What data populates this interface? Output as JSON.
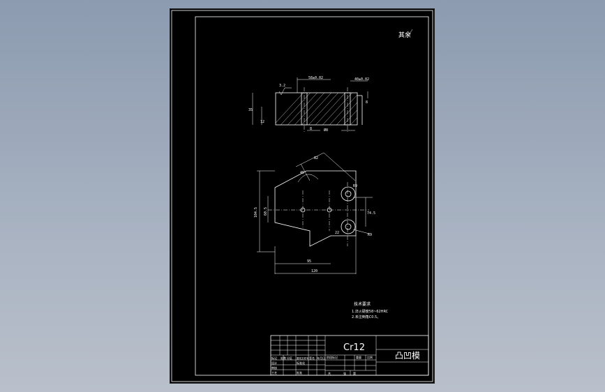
{
  "drawing": {
    "roughness_note": "其余",
    "material": "Cr12",
    "part_name": "凸凹模",
    "tech_req": {
      "title": "技术要求",
      "line1": "1.淬火硬度58~62HRC",
      "line2": "2.未注倒角C0.5。"
    },
    "dims": {
      "top_w1": "58±0.02",
      "top_w2": "40±0.02",
      "top_h": "35",
      "top_r": "12",
      "slot1": "8",
      "slot2": "8",
      "ra": "3.2",
      "front_w_inner": "95",
      "front_w_outer": "120",
      "front_h": "60.5",
      "front_h_total": "104.5",
      "front_right": "74.5",
      "angle": "45",
      "r1": "R9",
      "r2": "R9",
      "dia": "Ø8",
      "len_a": "82",
      "len_b": "22"
    },
    "title_block": {
      "row_labels": [
        "标记",
        "处数",
        "分区",
        "更改文件号",
        "签名",
        "年月日"
      ],
      "design": "设计",
      "standard": "标准化",
      "stage": "阶段标记",
      "weight": "重量",
      "scale": "比例",
      "review": "审核",
      "process": "工艺",
      "approve": "批准",
      "sheet_total": "共",
      "sheet_n": "张",
      "sheet_of": "第"
    }
  },
  "colors": {
    "background": "#9aa6b8",
    "sheet": "#000000",
    "lines": "#ffffff"
  }
}
